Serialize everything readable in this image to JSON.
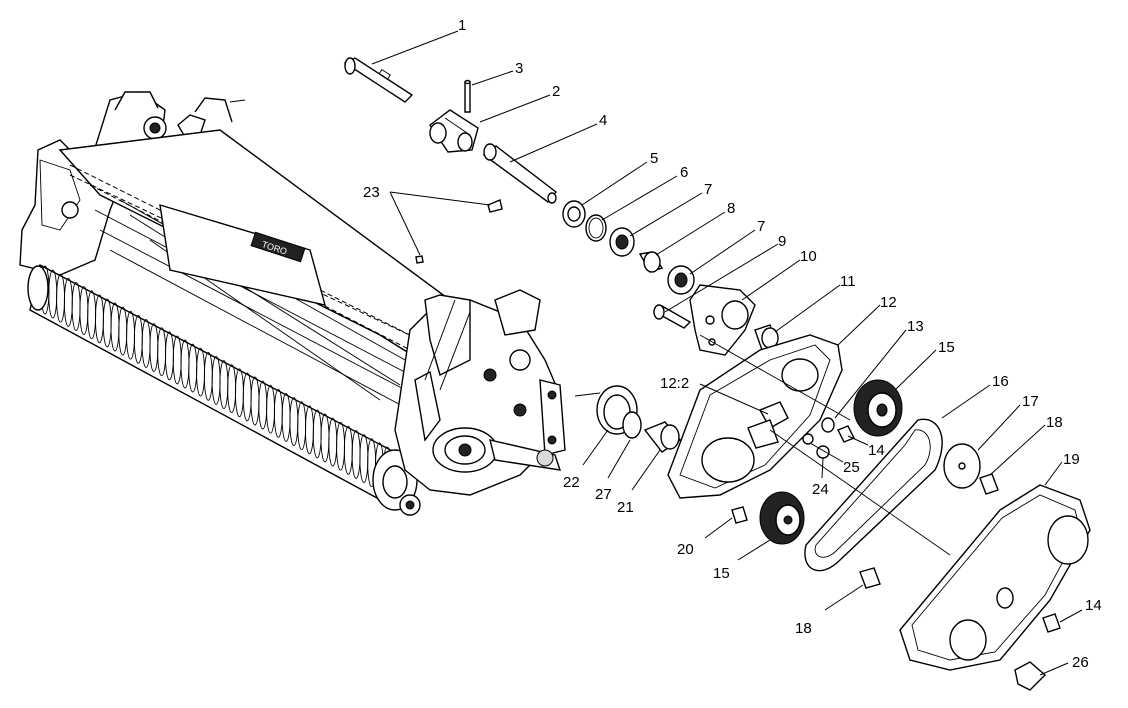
{
  "callouts": [
    {
      "id": "c1",
      "text": "1"
    },
    {
      "id": "c2",
      "text": "2"
    },
    {
      "id": "c3",
      "text": "3"
    },
    {
      "id": "c4",
      "text": "4"
    },
    {
      "id": "c5",
      "text": "5"
    },
    {
      "id": "c6",
      "text": "6"
    },
    {
      "id": "c7a",
      "text": "7"
    },
    {
      "id": "c8",
      "text": "8"
    },
    {
      "id": "c7b",
      "text": "7"
    },
    {
      "id": "c9",
      "text": "9"
    },
    {
      "id": "c10",
      "text": "10"
    },
    {
      "id": "c11",
      "text": "11"
    },
    {
      "id": "c12",
      "text": "12"
    },
    {
      "id": "c13",
      "text": "13"
    },
    {
      "id": "c15a",
      "text": "15"
    },
    {
      "id": "c16",
      "text": "16"
    },
    {
      "id": "c17",
      "text": "17"
    },
    {
      "id": "c18a",
      "text": "18"
    },
    {
      "id": "c19",
      "text": "19"
    },
    {
      "id": "c23",
      "text": "23"
    },
    {
      "id": "c12_2",
      "text": "12:2"
    },
    {
      "id": "c14a",
      "text": "14"
    },
    {
      "id": "c25",
      "text": "25"
    },
    {
      "id": "c24",
      "text": "24"
    },
    {
      "id": "c22",
      "text": "22"
    },
    {
      "id": "c27",
      "text": "27"
    },
    {
      "id": "c21",
      "text": "21"
    },
    {
      "id": "c20",
      "text": "20"
    },
    {
      "id": "c15b",
      "text": "15"
    },
    {
      "id": "c18b",
      "text": "18"
    },
    {
      "id": "c14b",
      "text": "14"
    },
    {
      "id": "c26",
      "text": "26"
    }
  ],
  "logo_text": "TORO"
}
